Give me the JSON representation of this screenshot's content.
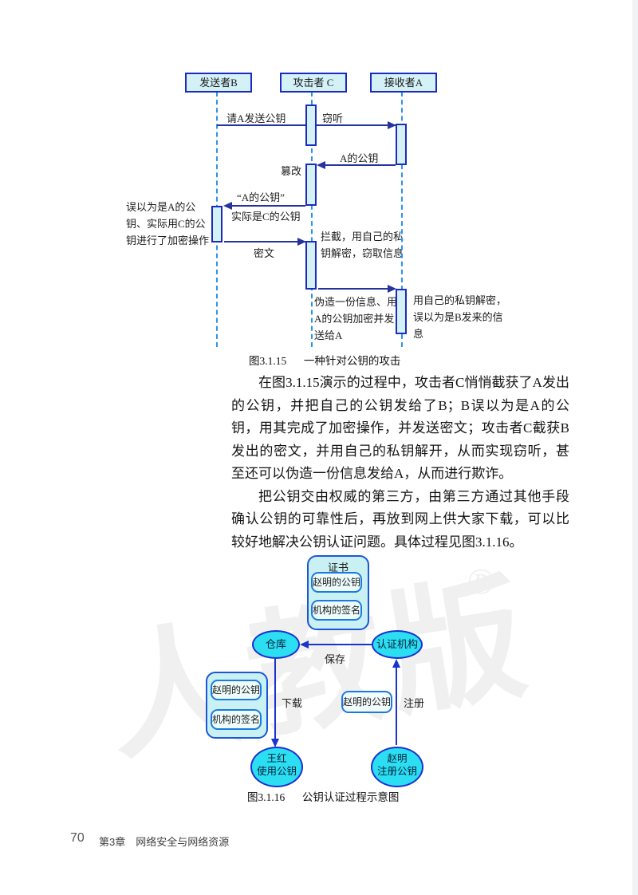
{
  "figure1": {
    "actors": [
      {
        "label": "发送者B"
      },
      {
        "label": "攻击者 C"
      },
      {
        "label": "接收者A"
      }
    ],
    "messages": {
      "request": "请A发送公钥",
      "eavesdrop": "窃听",
      "a_key": "A的公钥",
      "tamper": "篡改",
      "quoted_key": "“A的公钥”",
      "actually_c": "实际是C的公钥",
      "ciphertext": "密文"
    },
    "notes": {
      "left": "误以为是A的公钥、实际用C的公钥进行了加密操作",
      "intercept": "拦截，用自己的私钥解密，窃取信息",
      "forge": "伪造一份信息、用A的公钥加密并发送给A",
      "receive": "用自己的私钥解密，误以为是B发来的信息"
    },
    "caption": {
      "label": "图3.1.15",
      "text": "一种针对公钥的攻击"
    }
  },
  "paragraphs": [
    "在图3.1.15演示的过程中，攻击者C悄悄截获了A发出的公钥，并把自己的公钥发给了B；B误以为是A的公钥，用其完成了加密操作，并发送密文；攻击者C截获B发出的密文，并用自己的私钥解开，从而实现窃听，甚至还可以伪造一份信息发给A，从而进行欺诈。",
    "把公钥交由权威的第三方，由第三方通过其他手段确认公钥的可靠性后，再放到网上供大家下载，可以比较好地解决公钥认证问题。具体过程见图3.1.16。"
  ],
  "figure2": {
    "certificate": {
      "title": "证书",
      "item1": "赵明的公钥",
      "item2": "机构的签名"
    },
    "repository": "仓库",
    "authority": "认证机构",
    "save_label": "保存",
    "download_label": "下载",
    "register_label": "注册",
    "downloaded_cert": {
      "item1": "赵明的公钥",
      "item2": "机构的签名"
    },
    "register_key": "赵明的公钥",
    "user_node": {
      "line1": "王红",
      "line2": "使用公钥"
    },
    "owner_node": {
      "line1": "赵明",
      "line2": "注册公钥"
    },
    "caption": {
      "label": "图3.1.16",
      "text": "公钥认证过程示意图"
    }
  },
  "watermark": {
    "text": "人教版",
    "mark": "®"
  },
  "footer": {
    "page_number": "70",
    "chapter": "第3章",
    "title": "网络安全与网络资源"
  },
  "colors": {
    "accent_blue": "#1b2bbf",
    "lifeline_blue": "#2e93e8",
    "pale_cyan": "#d3f1f7",
    "bright_cyan": "#2bdef2",
    "container_cyan": "#c9f1f3"
  }
}
